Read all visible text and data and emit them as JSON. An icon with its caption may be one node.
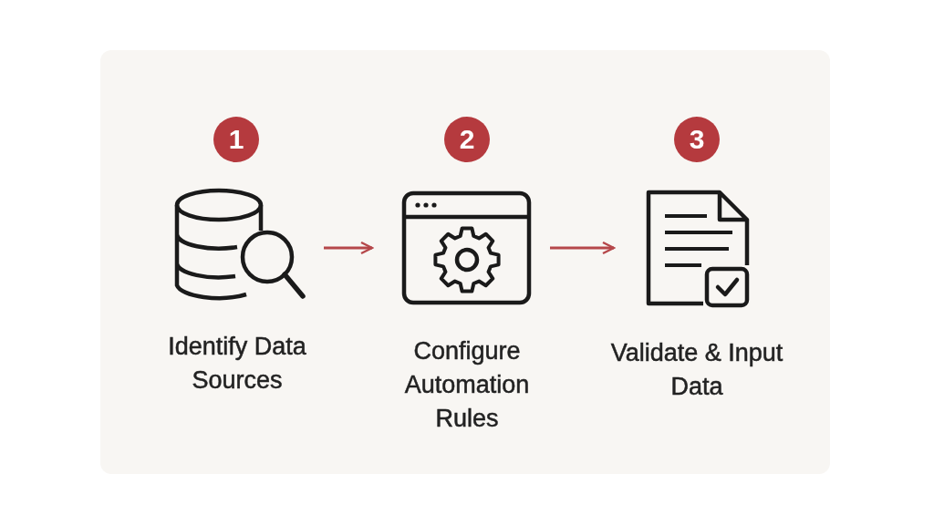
{
  "diagram": {
    "nodes": [
      {
        "text": [
          "1"
        ]
      },
      {
        "text": [
          "2"
        ]
      },
      {
        "text": [
          "3"
        ]
      },
      {
        "text": [],
        "shape": "picture",
        "beside": [
          "Identify Data Sources"
        ]
      },
      {
        "text": [],
        "shape": "picture",
        "beside": [
          "Configure Automation Rules"
        ]
      },
      {
        "text": [],
        "shape": "picture",
        "beside": [
          "Validate & Input Data"
        ]
      }
    ],
    "edges": [
      {
        "from": 3,
        "to": 4,
        "arrow": "to"
      },
      {
        "from": 4,
        "to": 5,
        "arrow": "to"
      }
    ]
  }
}
